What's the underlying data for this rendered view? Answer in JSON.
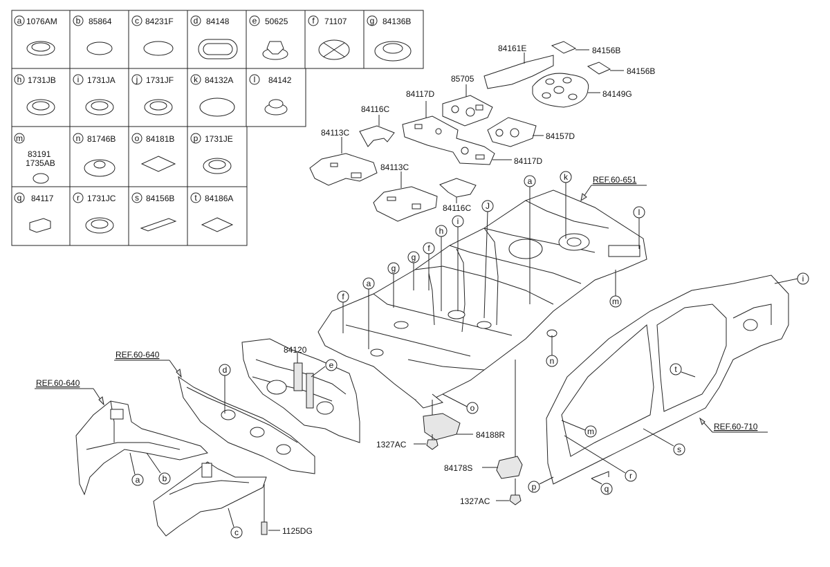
{
  "table": {
    "rows": [
      [
        {
          "letter": "a",
          "codes": [
            "1076AM"
          ]
        },
        {
          "letter": "b",
          "codes": [
            "85864"
          ]
        },
        {
          "letter": "c",
          "codes": [
            "84231F"
          ]
        },
        {
          "letter": "d",
          "codes": [
            "84148"
          ]
        },
        {
          "letter": "e",
          "codes": [
            "50625"
          ]
        },
        {
          "letter": "f",
          "codes": [
            "71107"
          ]
        },
        {
          "letter": "g",
          "codes": [
            "84136B"
          ]
        }
      ],
      [
        {
          "letter": "h",
          "codes": [
            "1731JB"
          ]
        },
        {
          "letter": "i",
          "codes": [
            "1731JA"
          ]
        },
        {
          "letter": "j",
          "codes": [
            "1731JF"
          ]
        },
        {
          "letter": "k",
          "codes": [
            "84132A"
          ]
        },
        {
          "letter": "l",
          "codes": [
            "84142"
          ]
        }
      ],
      [
        {
          "letter": "m",
          "codes": [
            "83191",
            "1735AB"
          ]
        },
        {
          "letter": "n",
          "codes": [
            "81746B"
          ]
        },
        {
          "letter": "o",
          "codes": [
            "84181B"
          ]
        },
        {
          "letter": "p",
          "codes": [
            "1731JE"
          ]
        }
      ],
      [
        {
          "letter": "q",
          "codes": [
            "84117"
          ]
        },
        {
          "letter": "r",
          "codes": [
            "1731JC"
          ]
        },
        {
          "letter": "s",
          "codes": [
            "84156B"
          ]
        },
        {
          "letter": "t",
          "codes": [
            "84186A"
          ]
        }
      ]
    ]
  },
  "part_labels": {
    "p84161E": "84161E",
    "p84156B_1": "84156B",
    "p84156B_2": "84156B",
    "p85705": "85705",
    "p84149G": "84149G",
    "p84117D_1": "84117D",
    "p84117D_2": "84117D",
    "p84116C_1": "84116C",
    "p84116C_2": "84116C",
    "p84157D": "84157D",
    "p84113C_1": "84113C",
    "p84113C_2": "84113C",
    "p84120": "84120",
    "p84188R": "84188R",
    "p84178S": "84178S",
    "p1327AC_1": "1327AC",
    "p1327AC_2": "1327AC",
    "p1125DG": "1125DG"
  },
  "refs": {
    "ref_651": "REF.60-651",
    "ref_640_a": "REF.60-640",
    "ref_640_b": "REF.60-640",
    "ref_710": "REF.60-710"
  },
  "callouts": {
    "c_a1": "a",
    "c_k": "k",
    "c_l": "l",
    "c_m1": "m",
    "c_h": "h",
    "c_i1": "i",
    "c_J": "J",
    "c_f1": "f",
    "c_g1": "g",
    "c_g2": "g",
    "c_f2": "f",
    "c_a2": "a",
    "c_e": "e",
    "c_d": "d",
    "c_n": "n",
    "c_o": "o",
    "c_a3": "a",
    "c_b": "b",
    "c_c": "c",
    "c_i2": "i",
    "c_t": "t",
    "c_m2": "m",
    "c_s": "s",
    "c_r": "r",
    "c_p": "p",
    "c_q": "q"
  }
}
